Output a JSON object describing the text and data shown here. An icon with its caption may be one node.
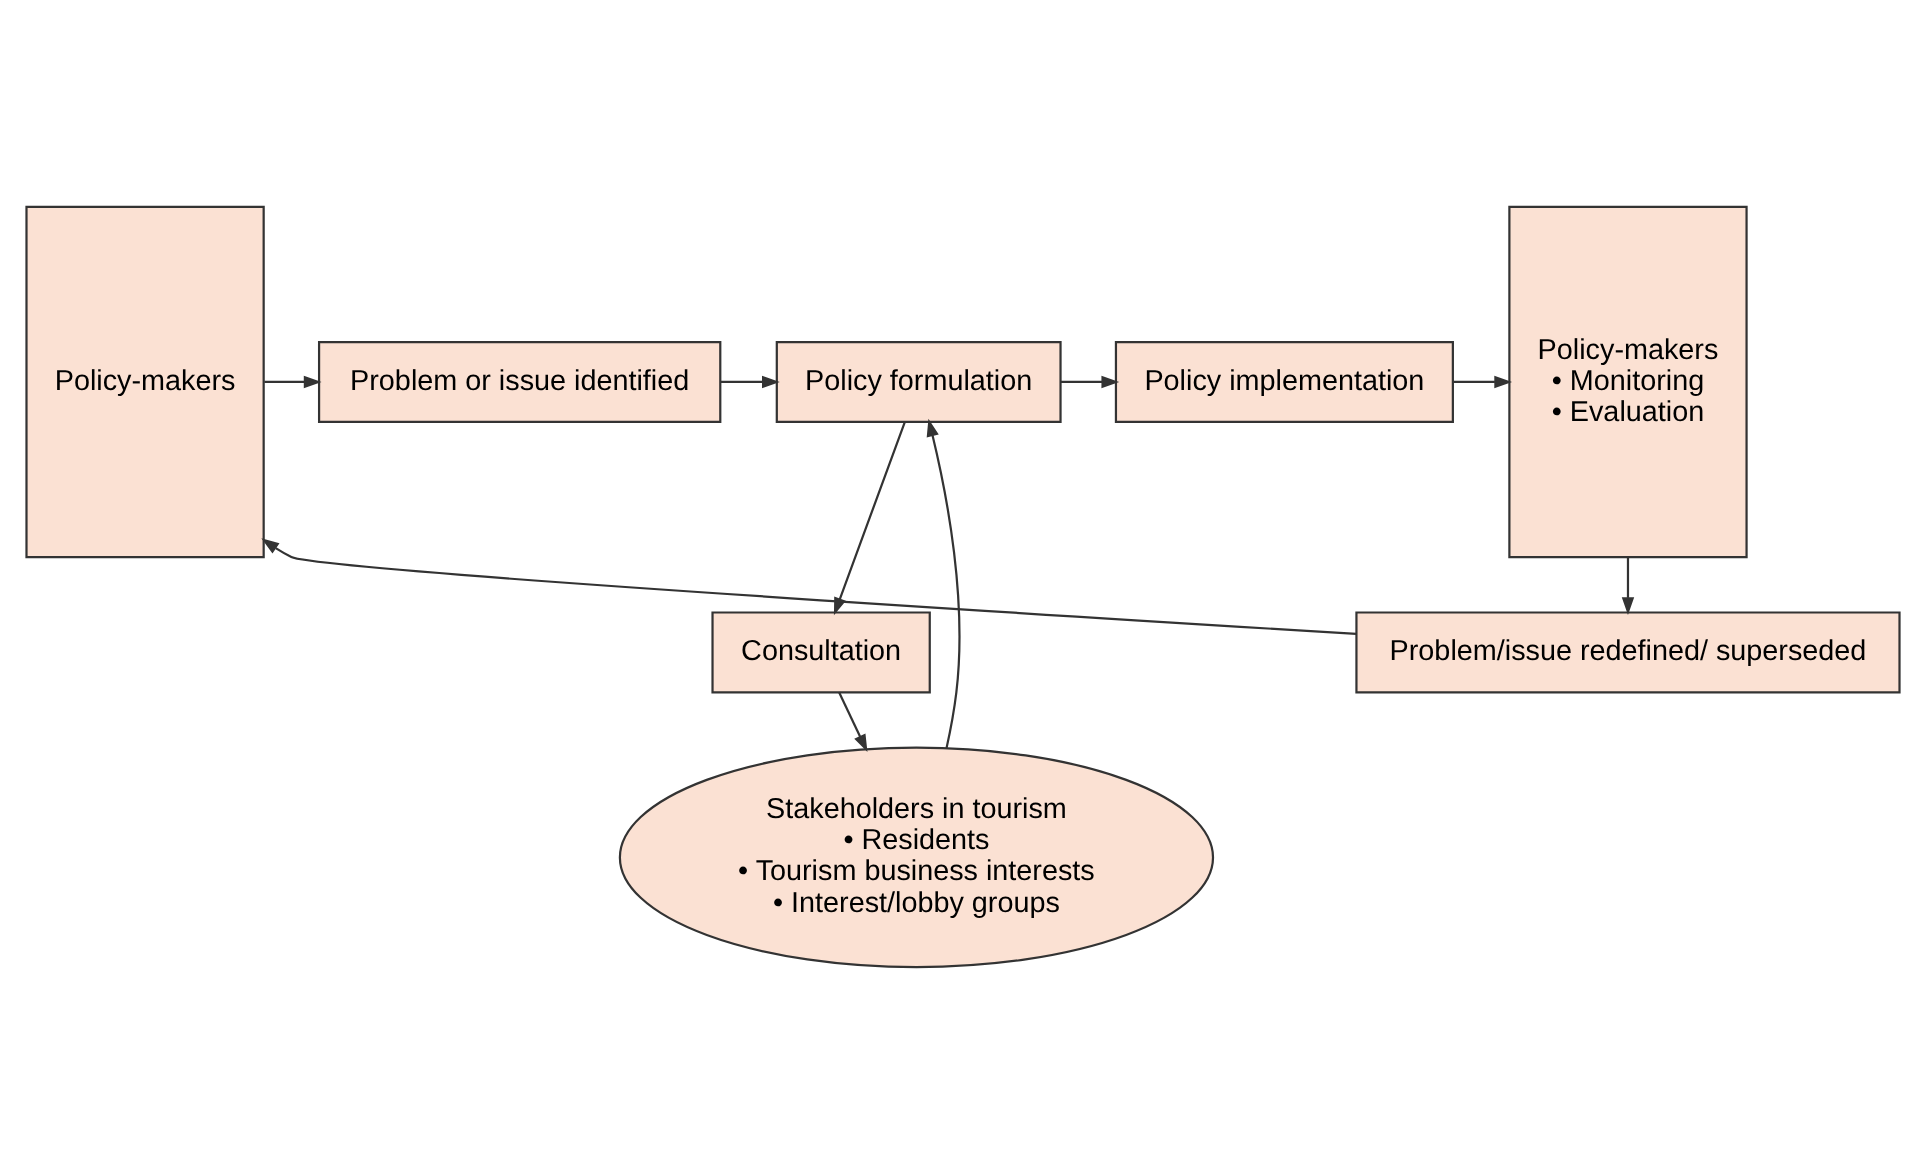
{
  "diagram": {
    "nodes": [
      {
        "text": [
          "Policy-makers"
        ]
      },
      {
        "text": [
          "Problem or issue identified"
        ]
      },
      {
        "text": [
          "Policy formulation"
        ]
      },
      {
        "text": [
          "Policy implementation"
        ]
      },
      {
        "text": [
          "Policy-makers",
          "• Monitoring",
          "• Evaluation"
        ]
      },
      {
        "text": [
          "Consultation"
        ]
      },
      {
        "text": [
          "Stakeholders in tourism",
          "• Residents",
          "• Tourism business interests",
          "• Interest/lobby groups"
        ]
      },
      {
        "text": [
          "Problem/issue redefined/ superseded"
        ]
      }
    ],
    "edges": [
      {
        "from": 0,
        "to": 1,
        "arrow": "to"
      },
      {
        "from": 1,
        "to": 2,
        "arrow": "to"
      },
      {
        "from": 2,
        "to": 3,
        "arrow": "to"
      },
      {
        "from": 3,
        "to": 4,
        "arrow": "to"
      },
      {
        "from": 2,
        "to": 5,
        "arrow": "to"
      },
      {
        "from": 5,
        "to": 6,
        "arrow": "to"
      },
      {
        "from": 6,
        "to": 2,
        "arrow": "to"
      },
      {
        "from": 4,
        "to": 7,
        "arrow": "to"
      },
      {
        "from": 7,
        "to": 0,
        "arrow": "to"
      }
    ]
  }
}
